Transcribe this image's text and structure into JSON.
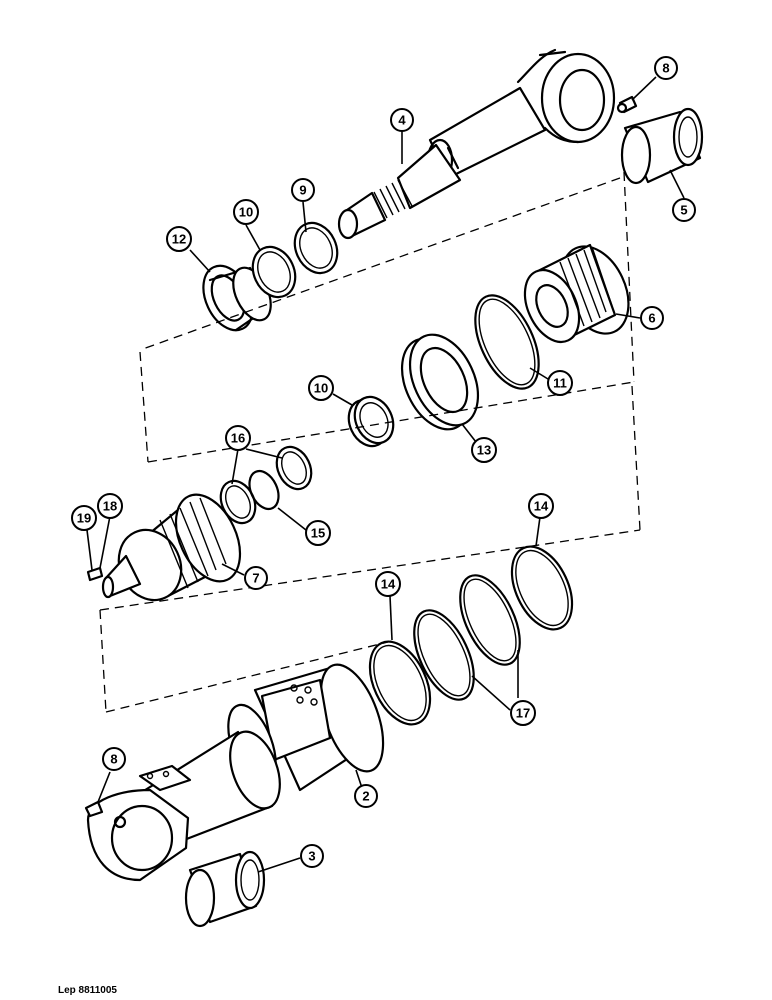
{
  "diagram": {
    "reference_code": "Lep 8811005",
    "callouts": [
      {
        "id": "c4",
        "label": "4"
      },
      {
        "id": "c8a",
        "label": "8"
      },
      {
        "id": "c5",
        "label": "5"
      },
      {
        "id": "c9",
        "label": "9"
      },
      {
        "id": "c10a",
        "label": "10"
      },
      {
        "id": "c12",
        "label": "12"
      },
      {
        "id": "c6",
        "label": "6"
      },
      {
        "id": "c11",
        "label": "11"
      },
      {
        "id": "c10b",
        "label": "10"
      },
      {
        "id": "c13",
        "label": "13"
      },
      {
        "id": "c16",
        "label": "16"
      },
      {
        "id": "c15",
        "label": "15"
      },
      {
        "id": "c18",
        "label": "18"
      },
      {
        "id": "c19",
        "label": "19"
      },
      {
        "id": "c7",
        "label": "7"
      },
      {
        "id": "c14a",
        "label": "14"
      },
      {
        "id": "c14b",
        "label": "14"
      },
      {
        "id": "c17",
        "label": "17"
      },
      {
        "id": "c8b",
        "label": "8"
      },
      {
        "id": "c2",
        "label": "2"
      },
      {
        "id": "c3",
        "label": "3"
      }
    ]
  }
}
